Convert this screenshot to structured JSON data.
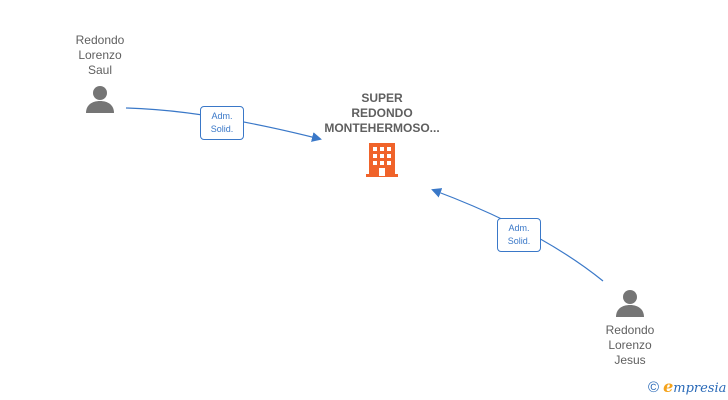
{
  "nodes": {
    "company": {
      "lines": [
        "SUPER",
        "REDONDO",
        "MONTEHERMOSO..."
      ],
      "icon": "building-icon",
      "color": "#f0632a"
    },
    "person_top": {
      "lines": [
        "Redondo",
        "Lorenzo",
        "Saul"
      ],
      "icon": "person-icon"
    },
    "person_bottom": {
      "lines": [
        "Redondo",
        "Lorenzo",
        "Jesus"
      ],
      "icon": "person-icon"
    }
  },
  "edges": [
    {
      "from": "person_top",
      "to": "company",
      "role": [
        "Adm.",
        "Solid."
      ]
    },
    {
      "from": "person_bottom",
      "to": "company",
      "role": [
        "Adm.",
        "Solid."
      ]
    }
  ],
  "colors": {
    "edge": "#3a78c8",
    "person_icon": "#757575",
    "text": "#5f5f5f"
  },
  "watermark": {
    "symbol": "©",
    "brand_initial": "e",
    "brand_rest": "mpresia"
  }
}
